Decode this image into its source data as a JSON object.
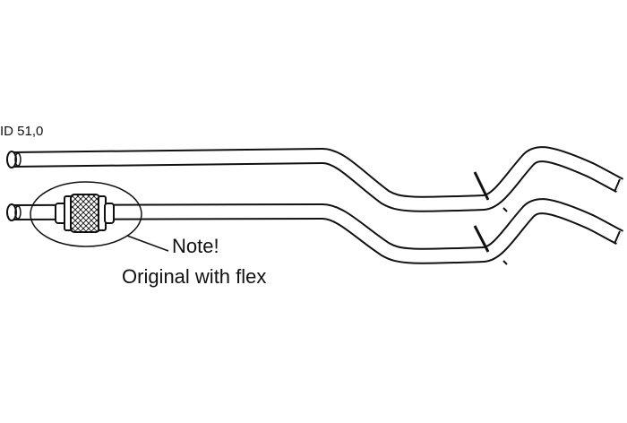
{
  "labels": {
    "diameter": "ID 51,0",
    "note": "Note!",
    "note_detail": "Original with flex"
  },
  "colors": {
    "outline": "#111111",
    "fill": "#ffffff"
  }
}
